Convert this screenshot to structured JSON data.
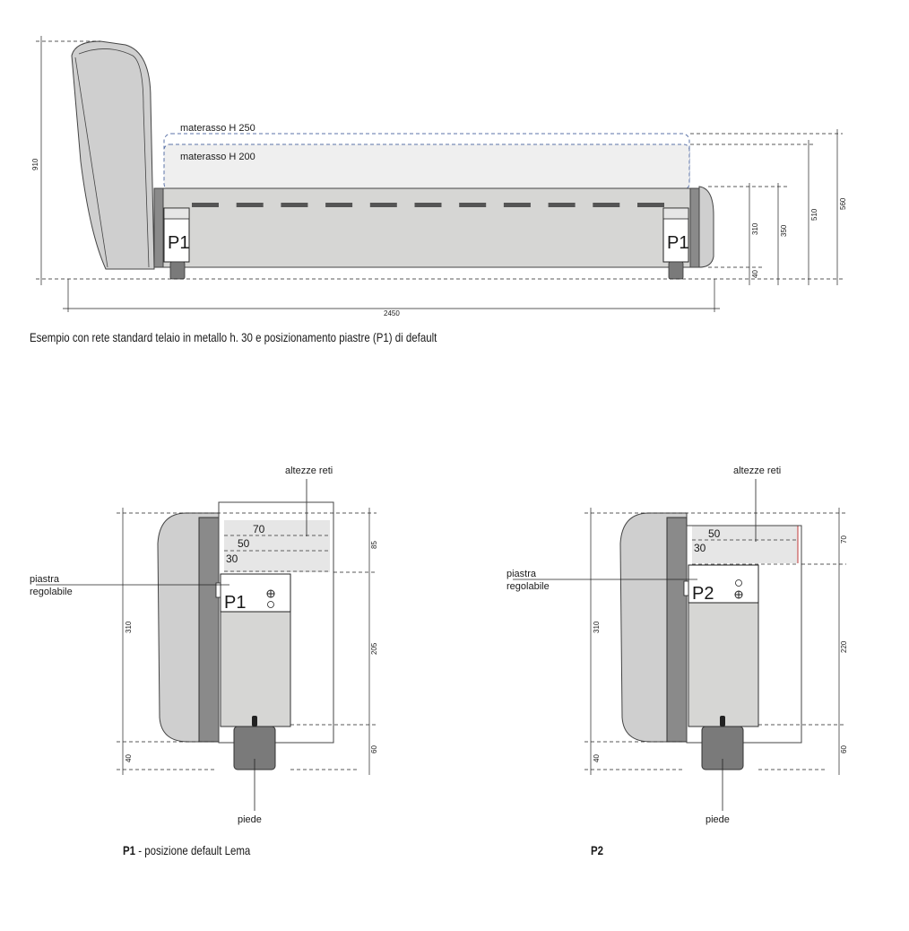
{
  "colors": {
    "upholstery": "#cfcfcf",
    "panel": "#d6d6d4",
    "side_dark": "#8a8a8a",
    "mattress_fill": "#efefef",
    "mattress_outline": "#5b73a8",
    "net_band": "#e6e6e6",
    "foot": "#7a7a7a",
    "line": "#222222",
    "accent": "#c23a3a"
  },
  "side_view": {
    "mattress_h250": "materasso H 250",
    "mattress_h200": "materasso H 200",
    "plate_left": "P1",
    "plate_right": "P1",
    "dim_headboard_height": "910",
    "dim_total_length": "2450",
    "dim_frame": "310",
    "dim_foot": "40",
    "dim_net": "350",
    "dim_mattress_200": "510",
    "dim_mattress_250": "560",
    "caption": "Esempio con rete standard telaio in metallo h. 30 e posizionamento piastre (P1) di default"
  },
  "detail_p1": {
    "title_bold": "P1",
    "title_rest": " - posizione default Lema",
    "net_heights_label": "altezze reti",
    "net_70": "70",
    "net_50": "50",
    "net_30": "30",
    "plate_label_line1": "piastra",
    "plate_label_line2": "regolabile",
    "plate_tag": "P1",
    "foot_label": "piede",
    "dim_total": "310",
    "dim_foot_left": "40",
    "dim_top": "85",
    "dim_middle": "205",
    "dim_bottom": "60"
  },
  "detail_p2": {
    "title_bold": "P2",
    "net_heights_label": "altezze reti",
    "net_50": "50",
    "net_30": "30",
    "plate_label_line1": "piastra",
    "plate_label_line2": "regolabile",
    "plate_tag": "P2",
    "foot_label": "piede",
    "dim_total": "310",
    "dim_foot_left": "40",
    "dim_top": "70",
    "dim_middle": "220",
    "dim_bottom": "60"
  }
}
